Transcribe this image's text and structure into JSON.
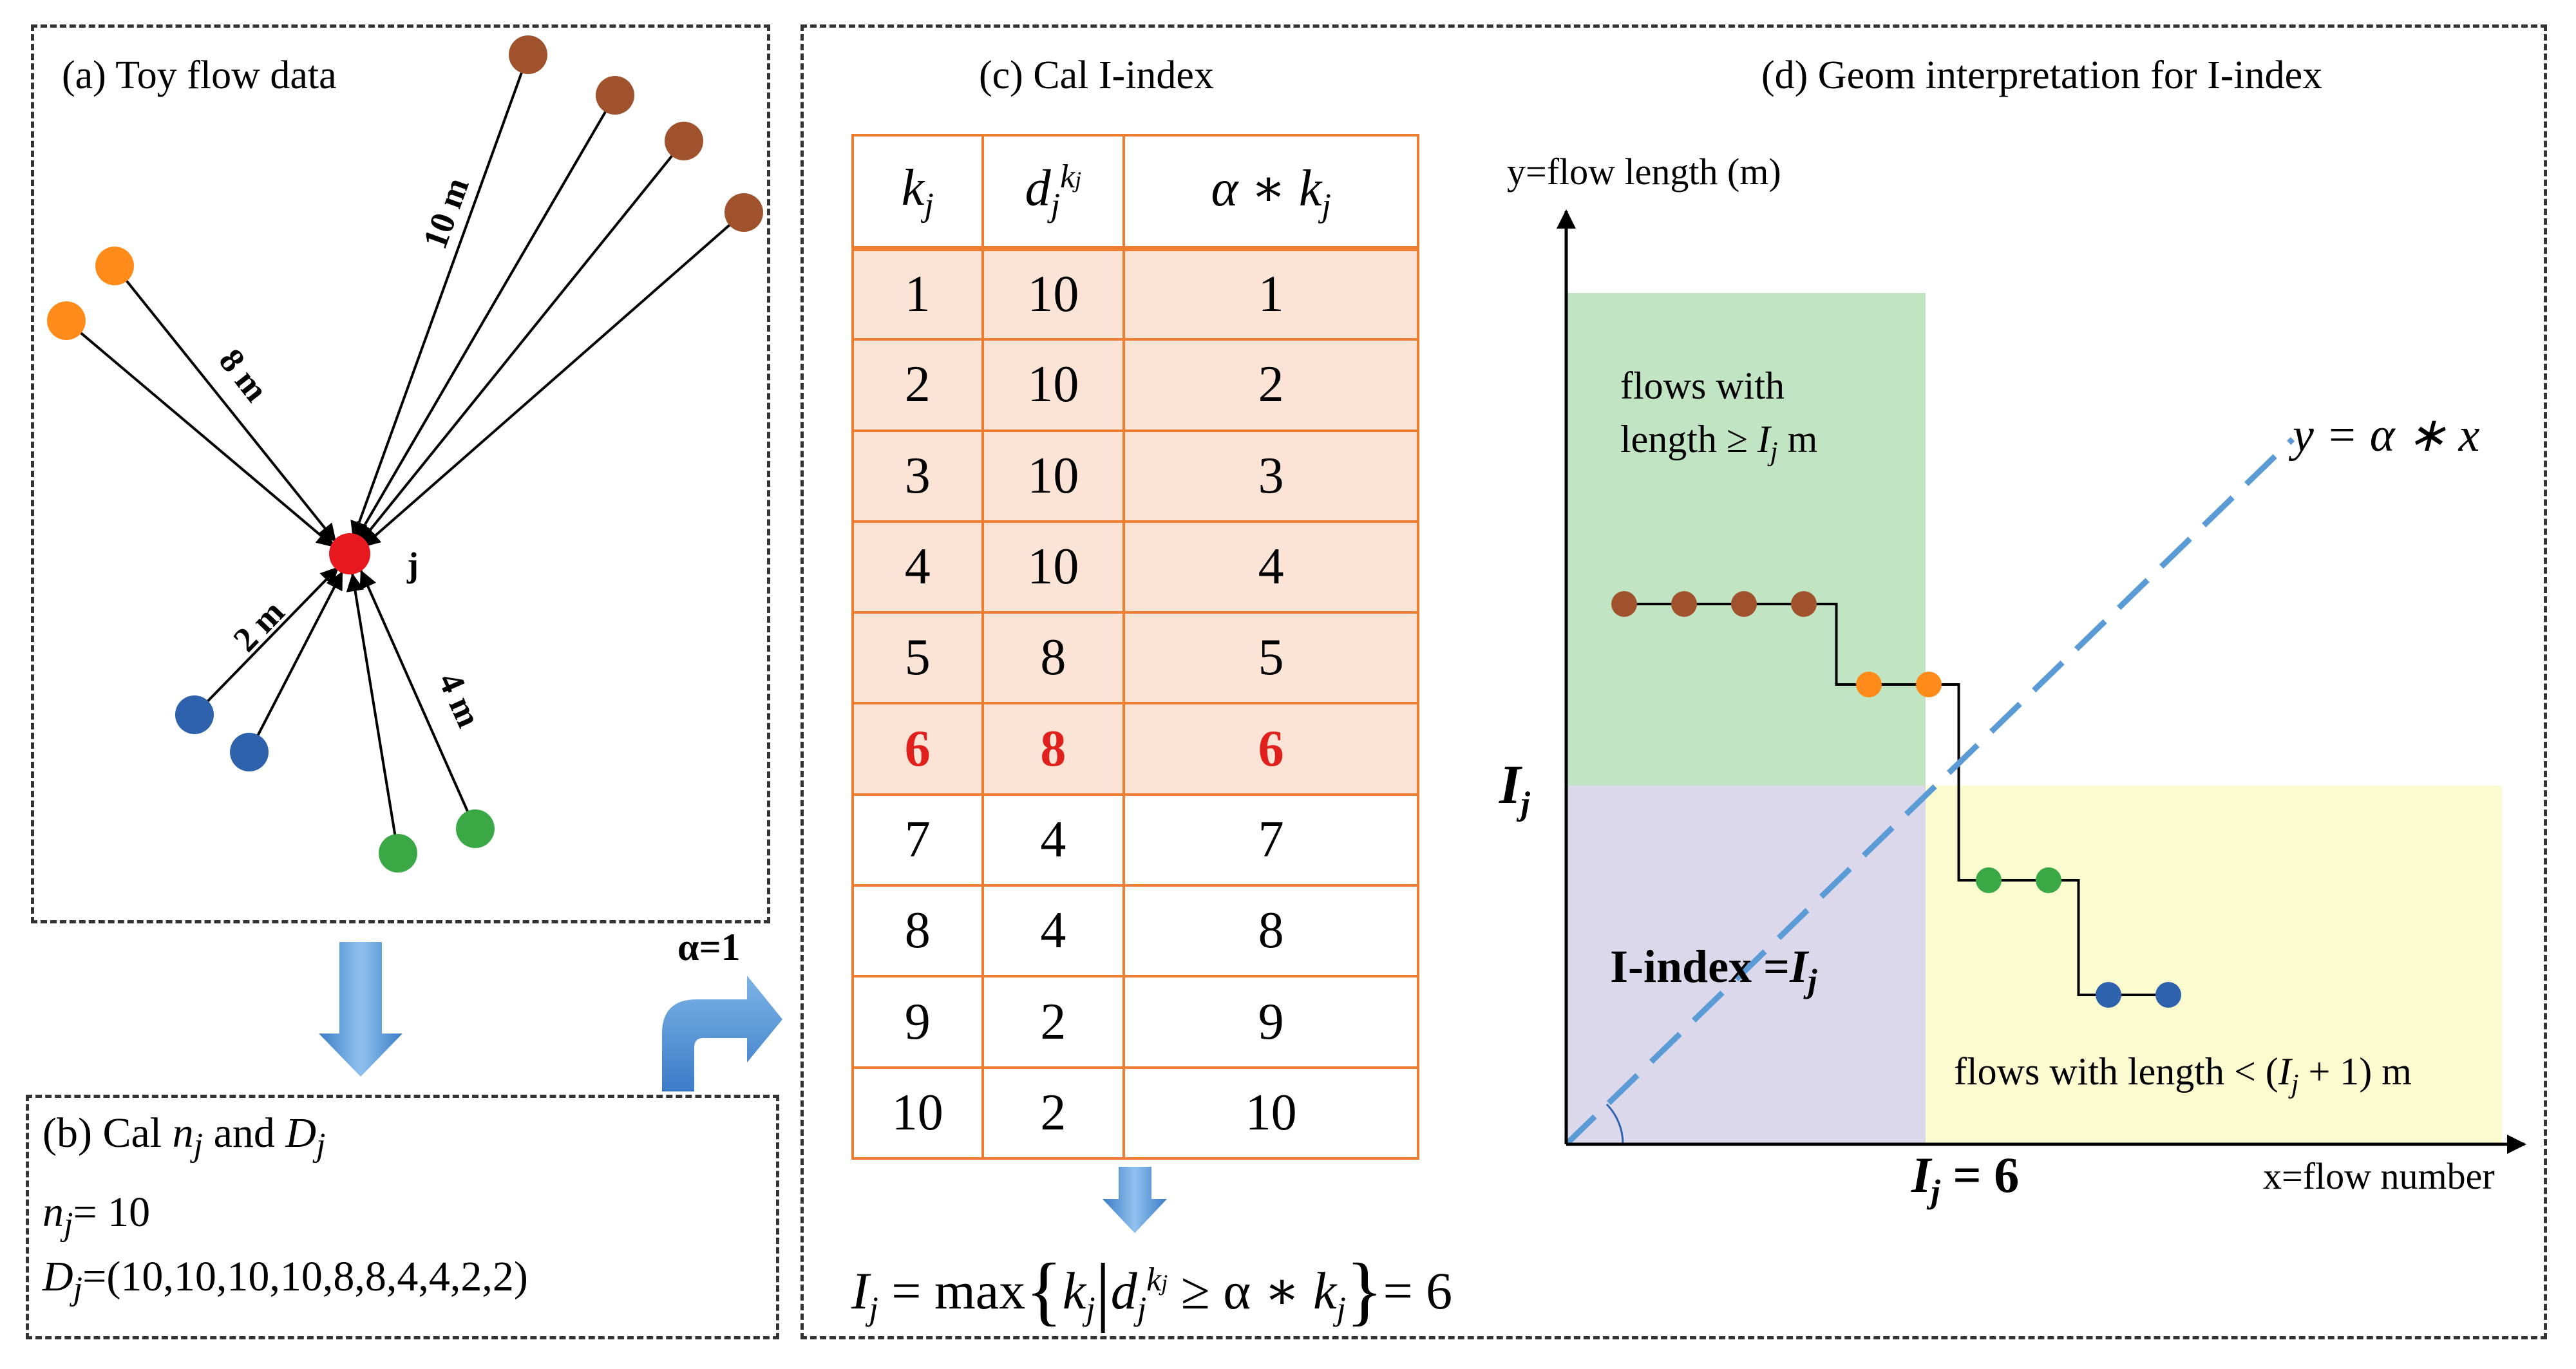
{
  "panel_a": {
    "title": "(a) Toy flow data",
    "node_label": "j",
    "edge_labels": [
      "10 m",
      "8 m",
      "2 m",
      "4 m"
    ],
    "colors": {
      "brown": "#a0522d",
      "orange": "#ff8c1a",
      "blue": "#2e62ad",
      "green": "#3aa845",
      "target": "#e8191e"
    }
  },
  "alpha_label": "α=1",
  "panel_b": {
    "title_prefix": "(b) Cal ",
    "title_n": "n",
    "title_sub": "j",
    "title_and": " and ",
    "title_d": "D",
    "n_line_var": "n",
    "n_line_sub": "j",
    "n_line_value": "= 10",
    "d_line_var": "D",
    "d_line_sub": "j",
    "d_line_value": "=(10,10,10,10,8,8,4,4,2,2)"
  },
  "panel_c": {
    "title": "(c) Cal I-index",
    "headers": [
      "k",
      "d",
      "α ∗ k"
    ],
    "header_subs": [
      "j",
      "j",
      "j"
    ],
    "header_sup": "k",
    "header_sup_sub": "j",
    "rows": [
      [
        "1",
        "10",
        "1"
      ],
      [
        "2",
        "10",
        "2"
      ],
      [
        "3",
        "10",
        "3"
      ],
      [
        "4",
        "10",
        "4"
      ],
      [
        "5",
        "8",
        "5"
      ],
      [
        "6",
        "8",
        "6"
      ],
      [
        "7",
        "4",
        "7"
      ],
      [
        "8",
        "4",
        "8"
      ],
      [
        "9",
        "2",
        "9"
      ],
      [
        "10",
        "2",
        "10"
      ]
    ],
    "highlight_row": 6,
    "shaded_rows": 6,
    "formula": {
      "lhs": "I",
      "lhs_sub": "j",
      "eq": " = max",
      "k": "k",
      "d": "d",
      "sub_j": "j",
      "sup_k": "k",
      "geq": " ≥ α ∗ ",
      "result": "= 6"
    }
  },
  "panel_d": {
    "title": "(d) Geom interpretation for I-index",
    "y_axis_label": "y=flow length (m)",
    "x_axis_label": "x=flow number",
    "line_label": "y = α ∗ x",
    "green_text_1": "flows with",
    "green_text_2": "length ≥ ",
    "green_text_var": "I",
    "green_text_sub": "j",
    "green_text_unit": " m",
    "purple_text": "I-index =",
    "purple_var": "I",
    "purple_sub": "j",
    "yellow_text": "flows with length < (",
    "yellow_var": "I",
    "yellow_sub": "j",
    "yellow_tail": " + 1) m",
    "y_tick_var": "I",
    "y_tick_sub": "j",
    "x_tick_var": "I",
    "x_tick_sub": "j",
    "x_tick_value": " = 6",
    "region_colors": {
      "green": "#c1e5c3",
      "purple": "#dcd8ec",
      "yellow": "#fbfbd0"
    },
    "line_color": "#5b9bd5",
    "chart_data": {
      "type": "scatter",
      "x": [
        1,
        2,
        3,
        4,
        5,
        6,
        7,
        8,
        9,
        10
      ],
      "y": [
        10,
        10,
        10,
        10,
        8,
        8,
        4,
        4,
        2,
        2
      ],
      "point_colors": [
        "brown",
        "brown",
        "brown",
        "brown",
        "orange",
        "orange",
        "green",
        "green",
        "blue",
        "blue"
      ],
      "reference_line": "y = α ∗ x",
      "alpha": 1,
      "threshold": 6
    }
  }
}
